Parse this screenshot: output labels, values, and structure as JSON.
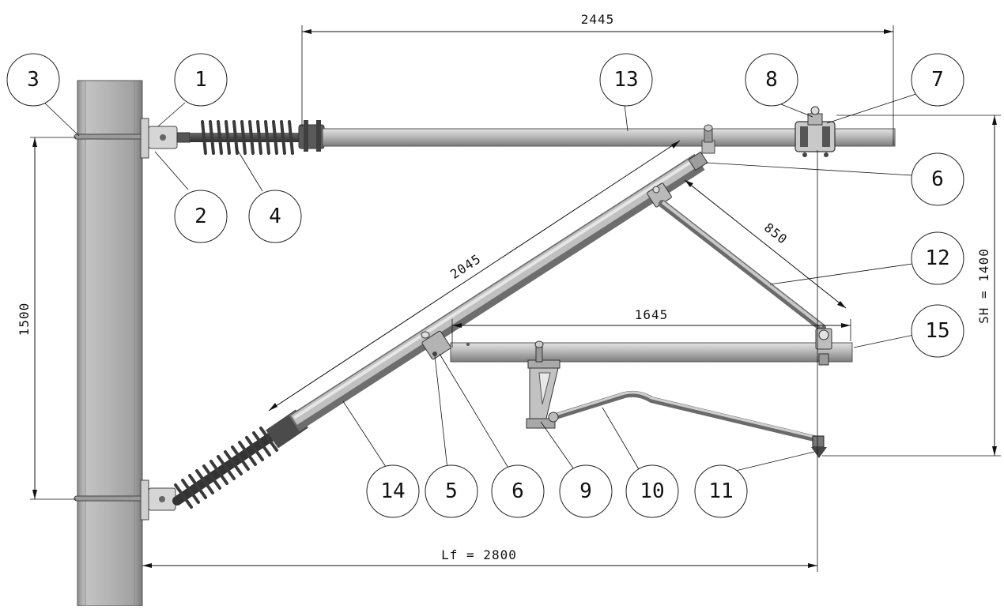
{
  "dimensions": {
    "top_length": "2445",
    "diagonal_brace": "2045",
    "stay_tube": "1645",
    "strut": "850",
    "pole_spacing": "1500",
    "system_height": "SH = 1400",
    "fitting_length": "Lf = 2800"
  },
  "callouts": [
    "1",
    "2",
    "3",
    "4",
    "5",
    "6",
    "6",
    "7",
    "8",
    "9",
    "10",
    "11",
    "12",
    "13",
    "14",
    "15"
  ],
  "colors": {
    "pole": "#a9a9a9",
    "tube": "#bdbdbd",
    "tube_dark": "#7e7e7e",
    "insulator": "#4a4a4a",
    "line": "#111111"
  }
}
